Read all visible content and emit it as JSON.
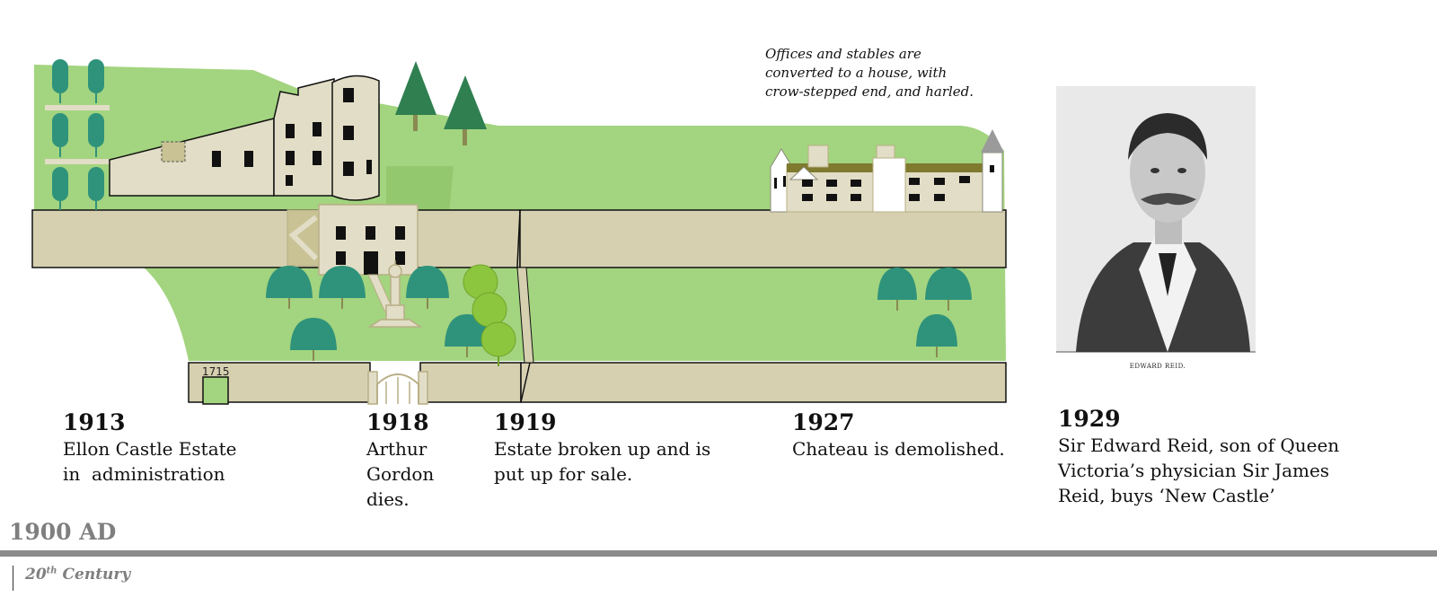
{
  "map": {
    "wall_date": "1715"
  },
  "caption_1927": [
    "Offices and stables are",
    "converted to a house, with",
    "crow-stepped end, and harled."
  ],
  "portrait": {
    "label": "EDWARD REID."
  },
  "events": [
    {
      "year": "1913",
      "lines": [
        "Ellon Castle Estate",
        "in  administration"
      ]
    },
    {
      "year": "1918",
      "lines": [
        "Arthur",
        "Gordon",
        "dies."
      ]
    },
    {
      "year": "1919",
      "lines": [
        "Estate broken up and is",
        "put up for sale."
      ]
    },
    {
      "year": "1927",
      "lines": [
        "Chateau is demolished."
      ]
    },
    {
      "year": "1929",
      "lines": [
        "Sir Edward Reid, son of Queen",
        "Victoria’s physician Sir James",
        "Reid, buys ‘New Castle’"
      ]
    }
  ],
  "era_label": "1900 AD",
  "century": {
    "prefix": "20",
    "suffix": "th",
    "word": "Century"
  },
  "colors": {
    "lawn": "#a3d47f",
    "lawn_dark": "#93c86e",
    "wall": "#d6d0b1",
    "building": "#e2ddc6",
    "tree_teal": "#2f937b",
    "tree_pine": "#2f7f50",
    "tree_lime": "#8cc63f",
    "roof_olive": "#7f7a2e",
    "rule": "#8c8c8c",
    "era_text": "#7f7f7f"
  }
}
